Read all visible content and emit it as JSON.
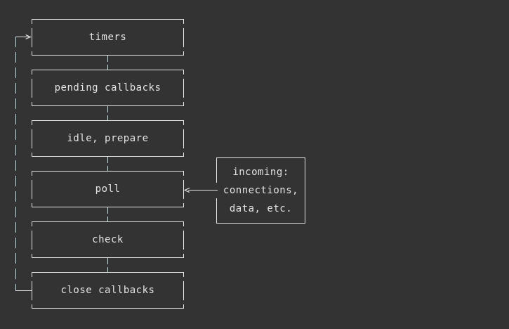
{
  "diagram": {
    "title": "node-event-loop-phases",
    "background_color": "#333333",
    "foreground_color": "#e4e4e4",
    "accent_line_color": "#bfe0e6",
    "phases": [
      {
        "id": "timers",
        "label": "timers"
      },
      {
        "id": "pending-callbacks",
        "label": "pending callbacks"
      },
      {
        "id": "idle-prepare",
        "label": "idle, prepare"
      },
      {
        "id": "poll",
        "label": "poll"
      },
      {
        "id": "check",
        "label": "check"
      },
      {
        "id": "close-callbacks",
        "label": "close callbacks"
      }
    ],
    "side_note": {
      "id": "incoming",
      "lines": [
        "incoming:",
        "connections,",
        "data, etc."
      ]
    },
    "arrows": {
      "loop_back_head": ">",
      "incoming_head": "<"
    }
  }
}
